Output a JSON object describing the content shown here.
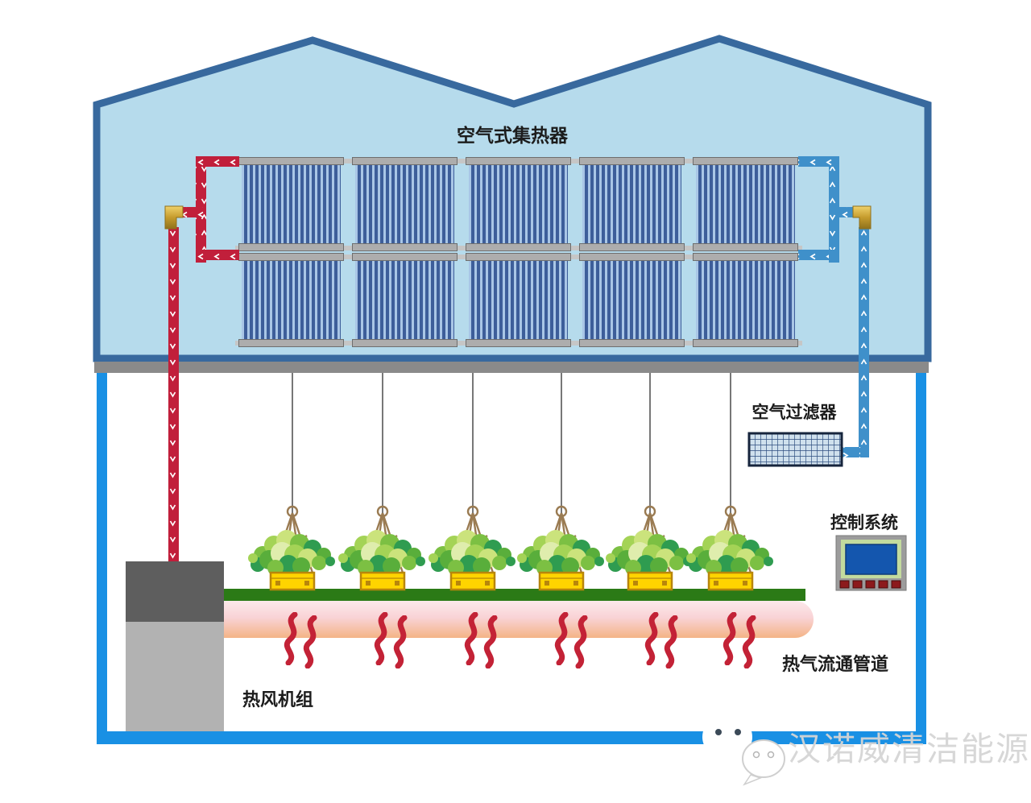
{
  "diagram": {
    "labels": {
      "collector": "空气式集热器",
      "air_filter": "空气过滤器",
      "control_system": "控制系统",
      "hot_air_duct": "热气流通管道",
      "hot_air_unit": "热风机组"
    },
    "watermark": {
      "text": "汉诺威清洁能源",
      "icon": "wechat-chat-bubbles"
    },
    "counts": {
      "collector_rows": 2,
      "panels_per_row": 5,
      "hanging_baskets": 6,
      "heat_wave_pairs": 6,
      "control_panel_buttons": 5
    }
  },
  "colors": {
    "roof-fill": "#B6DBEC",
    "roof-border": "#38699E",
    "ceiling-gray": "#8A8A8A",
    "wall-blue": "#1990E4",
    "tube-dark": "#3D5E9A",
    "tube-light": "#A9C6E6",
    "header-gray": "#ADADAD",
    "header-border": "#6E6E6E",
    "pipe-hot": "#C11F3B",
    "pipe-cold": "#3F90CA",
    "gold-dark": "#8F6F1C",
    "bench-green": "#2B7A16",
    "machine-dark": "#5E5E5E",
    "machine-light": "#B2B2B2",
    "filter-fill": "#CFE0ED",
    "filter-line": "#2E4E80",
    "filter-border": "#16243C",
    "panel-outer": "#9C9C9C",
    "panel-inner": "#C3DB9E",
    "screen-blue": "#1456AE",
    "button-red": "#8C1A1C",
    "pot-yellow": "#FFD400",
    "pot-trim": "#B8860B",
    "rope-brown": "#9A7B52",
    "squiggle-red": "#C32236",
    "label-color": "#1C1C1C",
    "watermark-color": "#D5D5D5"
  }
}
